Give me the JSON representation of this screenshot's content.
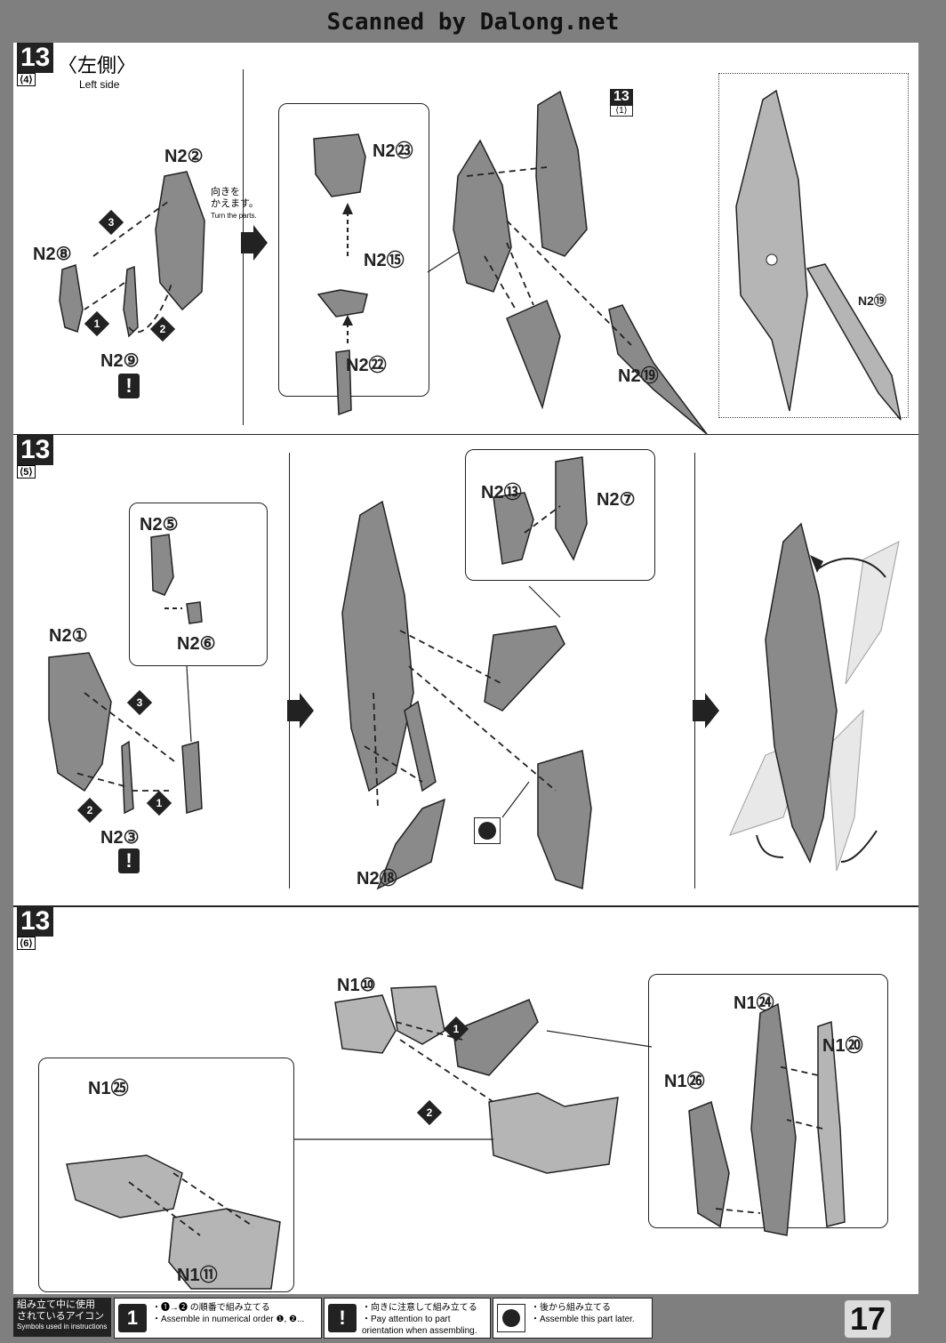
{
  "watermark": "Scanned by Dalong.net",
  "step_number": "13",
  "panels": [
    {
      "substep": "⟨4⟩",
      "title_jp": "〈左側〉",
      "title_en": "Left side",
      "turn_note_jp": "向きを\nかえます。",
      "turn_note_en": "Turn the parts.",
      "labels": {
        "n2_2": "N2②",
        "n2_8": "N2⑧",
        "n2_9": "N2⑨",
        "n2_23": "N2㉓",
        "n2_15": "N2⑮",
        "n2_22": "N2㉒",
        "n2_19a": "N2⑲",
        "n2_19b": "N2⑲",
        "ref_13": "13",
        "ref_1": "⟨1⟩"
      },
      "order": [
        "1",
        "2",
        "3"
      ]
    },
    {
      "substep": "⟨5⟩",
      "labels": {
        "n2_5": "N2⑤",
        "n2_6": "N2⑥",
        "n2_1": "N2①",
        "n2_3": "N2③",
        "n2_13": "N2⑬",
        "n2_7": "N2⑦",
        "n2_18": "N2⑱"
      },
      "order": [
        "1",
        "2",
        "3"
      ]
    },
    {
      "substep": "⟨6⟩",
      "labels": {
        "n1_10": "N1⑩",
        "n1_25": "N1㉕",
        "n1_11": "N1⑪",
        "n1_24": "N1㉔",
        "n1_20": "N1⑳",
        "n1_26": "N1㉖"
      },
      "order": [
        "1",
        "2"
      ]
    }
  ],
  "legend": {
    "head_jp": "組み立て中に使用\nされているアイコン",
    "head_en": "Symbols used in instructions",
    "items": [
      {
        "icon": "1",
        "jp": "・❶→❷ の順番で組み立てる",
        "en": "・Assemble in numerical order ❶, ❷..."
      },
      {
        "icon": "!",
        "jp": "・向きに注意して組み立てる",
        "en": "・Pay attention to part orientation when assembling."
      },
      {
        "icon": "●",
        "jp": "・後から組み立てる",
        "en": "・Assemble this part later."
      }
    ]
  },
  "page_number": "17",
  "colors": {
    "ink": "#222222",
    "part_fill": "#8a8a8a",
    "ghost": "#e8e8e8",
    "scan_bg": "#7f7f7f"
  }
}
